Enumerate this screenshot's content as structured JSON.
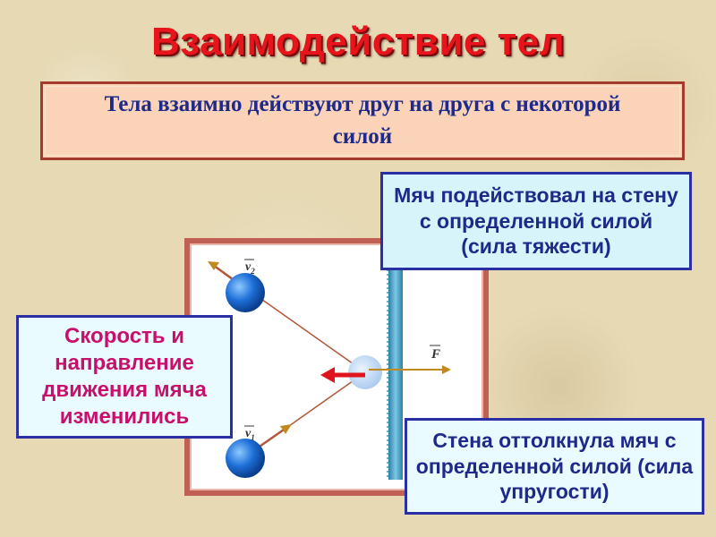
{
  "slide": {
    "title": "Взаимодействие тел",
    "subtitle": "Тела взаимно действуют друг на друга с некоторой силой"
  },
  "callouts": {
    "top": "Мяч подействовал на стену с определенной силой (сила тяжести)",
    "left": "Скорость и направление движения мяча изменились",
    "bottom": "Стена оттолкнула мяч с определенной силой (сила упругости)"
  },
  "diagram": {
    "labels": {
      "v_top": "v",
      "v_top_sub": "2",
      "v_bottom": "v",
      "v_bottom_sub": "1",
      "force": "F"
    }
  },
  "colors": {
    "title": "#e8141c",
    "subtitle_text": "#1d2a8a",
    "callout_border": "#2b2fa5",
    "force_arrow": "#e0141c",
    "ball": "#1d6fd8",
    "wall": "#4aa7c8"
  }
}
